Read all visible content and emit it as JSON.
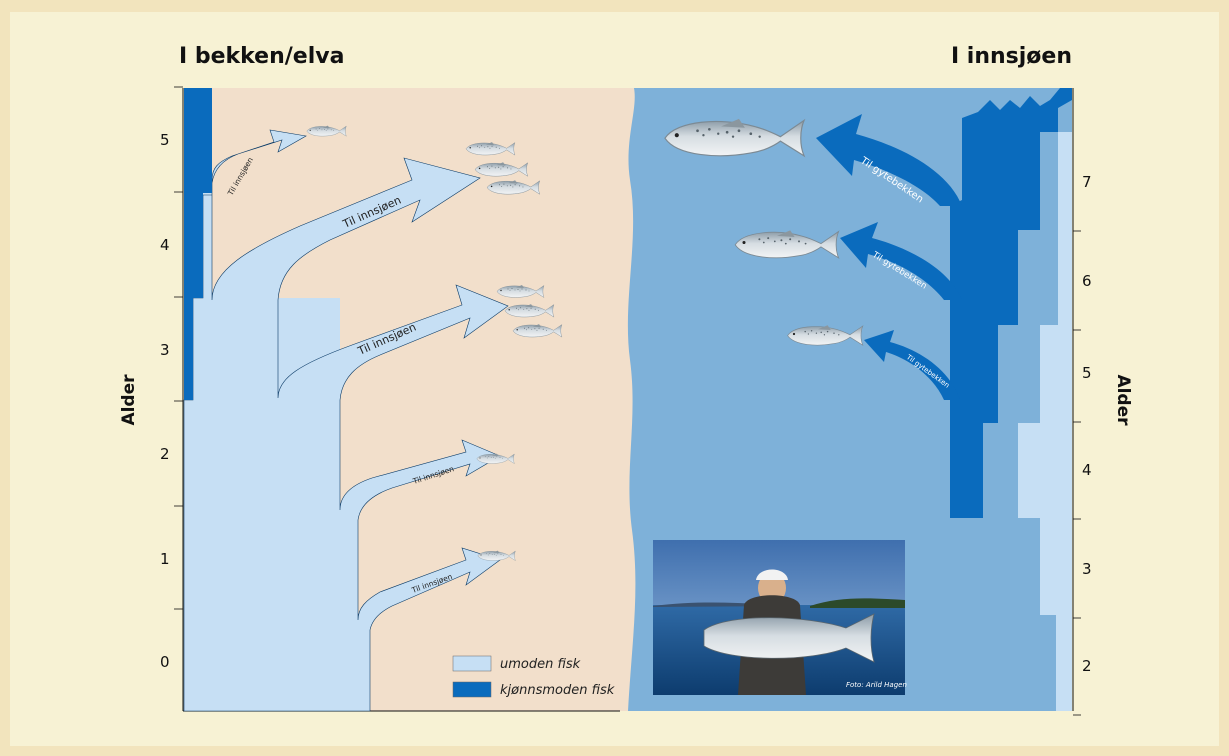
{
  "titles": {
    "left": "I bekken/elva",
    "right": "I innsjøen"
  },
  "axes": {
    "left": {
      "label": "Alder",
      "ticks": [
        "0",
        "1",
        "2",
        "3",
        "4",
        "5"
      ]
    },
    "right": {
      "label": "Alder",
      "ticks": [
        "2",
        "3",
        "4",
        "5",
        "6",
        "7"
      ]
    }
  },
  "arrows_left": [
    {
      "label": "Til innsjøen",
      "size": "small",
      "fish": 1
    },
    {
      "label": "Til innsjøen",
      "size": "small",
      "fish": 1
    },
    {
      "label": "Til innsjøen",
      "size": "large",
      "fish": 3
    },
    {
      "label": "Til innsjøen",
      "size": "large",
      "fish": 3
    },
    {
      "label": "Til innsjøen",
      "size": "medium",
      "fish": 1
    }
  ],
  "arrows_right": [
    {
      "label": "Til gytebekken",
      "size": "small"
    },
    {
      "label": "Til gytebekken",
      "size": "medium"
    },
    {
      "label": "Til gytebekken",
      "size": "large"
    }
  ],
  "legend": [
    {
      "label": "umoden fisk",
      "color": "#c6dff4"
    },
    {
      "label": "kjønnsmoden fisk",
      "color": "#0a6bbd"
    }
  ],
  "photo": {
    "credit": "Foto: Arild Hagen"
  },
  "colors": {
    "background": "#f2e4bd",
    "panel": "#f7f2d4",
    "stream": "#f2dfcb",
    "lake": "#7eb1d9",
    "immature": "#c6dff4",
    "mature": "#0a6bbd"
  }
}
